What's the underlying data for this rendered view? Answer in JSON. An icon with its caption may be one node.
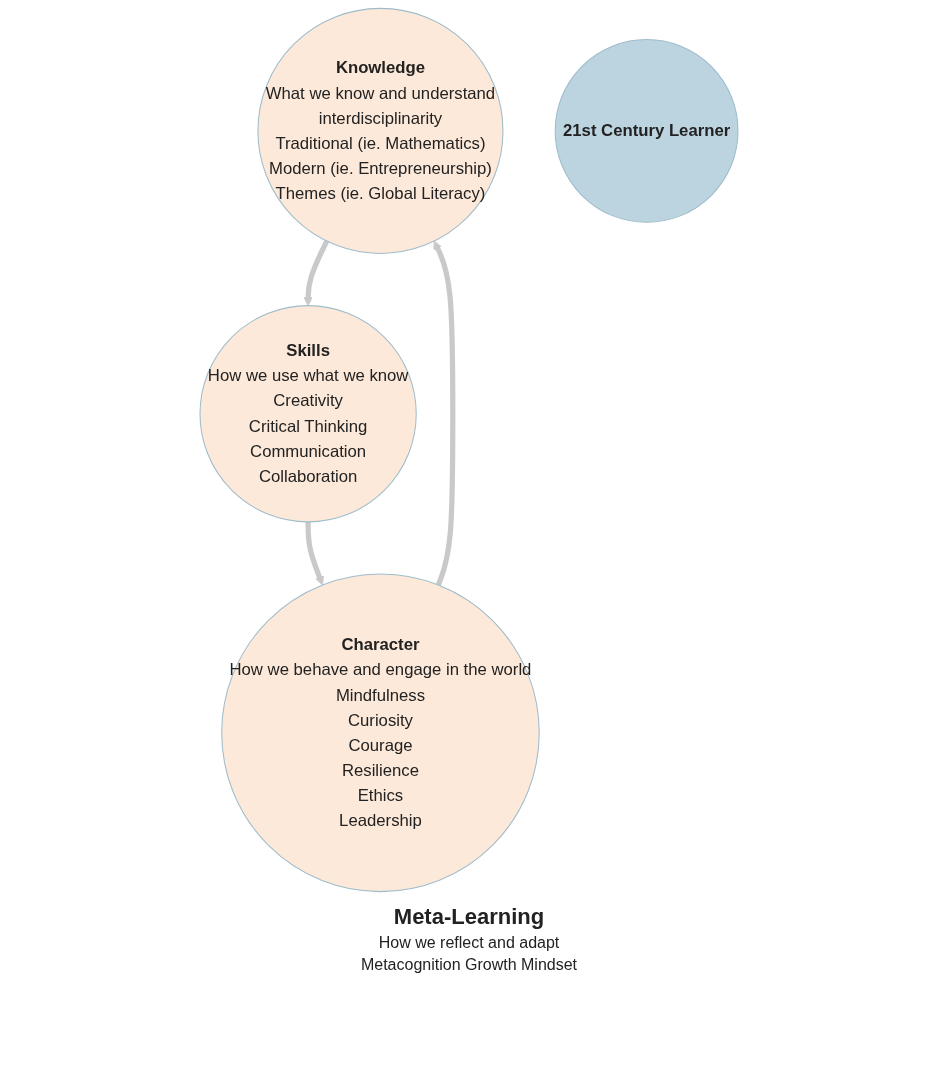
{
  "diagram": {
    "nodes": [
      {
        "text": [
          "Knowledge",
          "What we know and understand",
          "interdisciplinarity",
          "Traditional (ie. Mathematics)",
          "Modern (ie. Entrepreneurship)",
          "Themes (ie. Global Literacy)"
        ]
      },
      {
        "text": [
          "21st Century Learner"
        ]
      },
      {
        "text": [
          "Character",
          "How we behave and engage in the world",
          "Mindfulness",
          "Curiosity",
          "Courage",
          "Resilience",
          "Ethics",
          "Leadership"
        ]
      },
      {
        "text": [
          "Skills",
          "How we use what we know",
          "Creativity",
          "Critical Thinking",
          "Communication",
          "Collaboration"
        ]
      }
    ],
    "edges": [
      {
        "from": 0,
        "to": 3,
        "arrow": "to"
      },
      {
        "from": 3,
        "to": 2,
        "arrow": "to"
      },
      {
        "from": 2,
        "to": 0,
        "arrow": "to"
      }
    ],
    "labels": [
      "Meta-Learning",
      "How we reflect and adapt",
      "Metacognition Growth Mindset"
    ]
  }
}
